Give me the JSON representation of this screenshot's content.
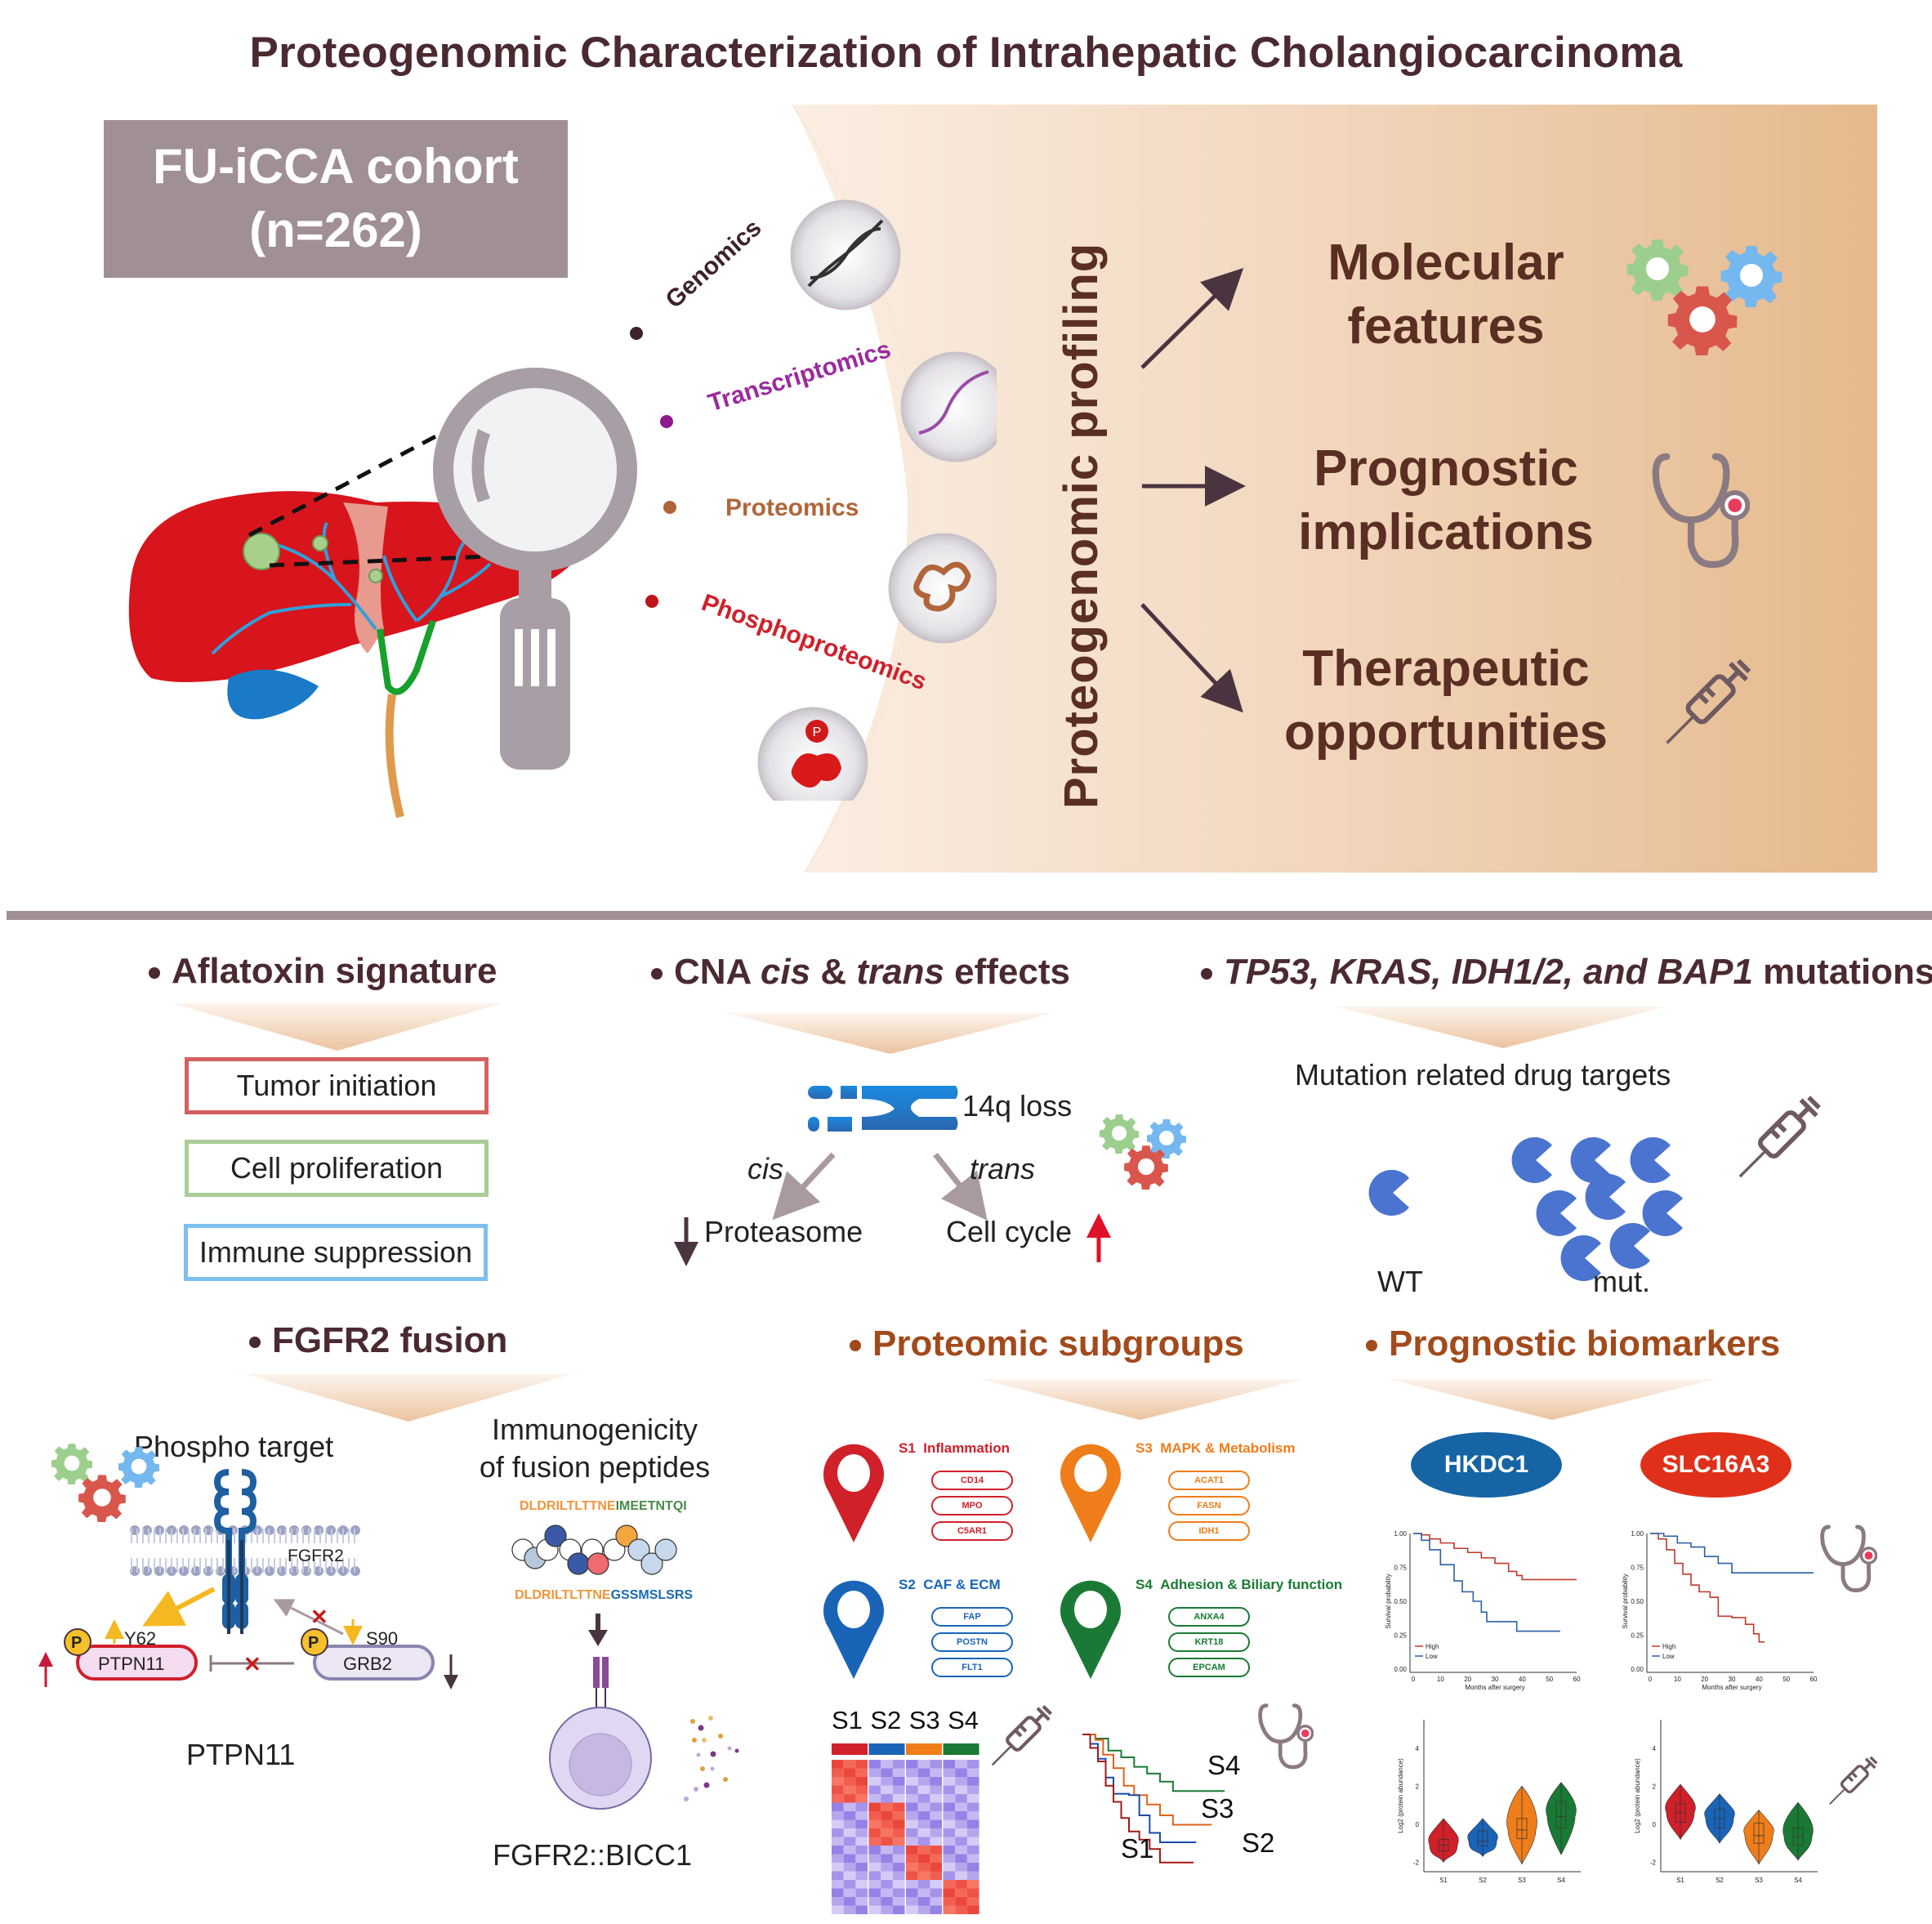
{
  "title": "Proteogenomic Characterization of Intrahepatic Cholangiocarcinoma",
  "cohort": {
    "line1": "FU-iCCA cohort",
    "line2": "(n=262)"
  },
  "omics": [
    {
      "label": "Genomics",
      "color": "#3d2328",
      "icon": "dna-icon"
    },
    {
      "label": "Transcriptomics",
      "color": "#9b2a9e",
      "icon": "rna-icon"
    },
    {
      "label": "Proteomics",
      "color": "#b0653a",
      "icon": "protein-icon"
    },
    {
      "label": "Phosphoproteomics",
      "color": "#d0202a",
      "icon": "phosphoprotein-icon"
    }
  ],
  "profiling_label": "Proteogenomic profiling",
  "outcomes": [
    {
      "line1": "Molecular",
      "line2": "features",
      "icon": "gears-icon"
    },
    {
      "line1": "Prognostic",
      "line2": "implications",
      "icon": "stethoscope-icon"
    },
    {
      "line1": "Therapeutic",
      "line2": "opportunities",
      "icon": "syringe-icon"
    }
  ],
  "aflatoxin": {
    "title": "Aflatoxin signature",
    "boxes": [
      {
        "label": "Tumor initiation",
        "color": "#d46060"
      },
      {
        "label": "Cell proliferation",
        "color": "#a8cc98"
      },
      {
        "label": "Immune suppression",
        "color": "#7cc0f0"
      }
    ]
  },
  "cna": {
    "title_pre": "CNA ",
    "title_cis": "cis",
    "title_mid": " & ",
    "title_trans": "trans",
    "title_post": " effects",
    "chromosome_label": "14q loss",
    "cis_label": "cis",
    "trans_label": "trans",
    "proteasome_label": "Proteasome",
    "cellcycle_label": "Cell cycle"
  },
  "mutations": {
    "title_genes": "TP53, KRAS, IDH1/2, and BAP1",
    "title_post": " mutations",
    "subtitle": "Mutation related drug targets",
    "wt_label": "WT",
    "mut_label": "mut."
  },
  "fgfr2": {
    "title": "FGFR2 fusion",
    "phospho_title": "Phospho target",
    "receptor_label": "FGFR2",
    "y62_label": "Y62",
    "s90_label": "S90",
    "p_label": "P",
    "ptpn11_label": "PTPN11",
    "grb2_label": "GRB2",
    "bottom_left_label": "PTPN11",
    "immuno_title_1": "Immunogenicity",
    "immuno_title_2": "of fusion peptides",
    "peptide1_a": "DLDRILTLTTNE",
    "peptide1_b": "IMEETNTQI",
    "peptide2_a": "DLDRILTLTTNE",
    "peptide2_b": "GSSMSLSRS",
    "bottom_right_label": "FGFR2::BICC1"
  },
  "subgroups": {
    "title": "Proteomic subgroups",
    "groups": [
      {
        "id": "S1",
        "name": "Inflammation",
        "color": "#d0202a",
        "genes": [
          "CD14",
          "MPO",
          "C5AR1"
        ]
      },
      {
        "id": "S3",
        "name": "MAPK & Metabolism",
        "color": "#ef7d1a",
        "genes": [
          "ACAT1",
          "FASN",
          "IDH1"
        ]
      },
      {
        "id": "S2",
        "name": "CAF  & ECM",
        "color": "#1a64b8",
        "genes": [
          "FAP",
          "POSTN",
          "FLT1"
        ]
      },
      {
        "id": "S4",
        "name": "Adhesion & Biliary function",
        "color": "#1a7a35",
        "genes": [
          "ANXA4",
          "KRT18",
          "EPCAM"
        ]
      }
    ],
    "heatmap_labels": [
      "S1",
      "S2",
      "S3",
      "S4"
    ],
    "km_labels": [
      "S4",
      "S3",
      "S2",
      "S1"
    ]
  },
  "biomarkers": {
    "title": "Prognostic biomarkers",
    "markers": [
      {
        "name": "HKDC1",
        "color": "#1664a4"
      },
      {
        "name": "SLC16A3",
        "color": "#e0301a"
      }
    ]
  },
  "chart_data": [
    {
      "type": "line",
      "title": "HKDC1 survival",
      "xlabel": "Months after surgery",
      "ylabel": "Survival probability",
      "xlim": [
        0,
        60
      ],
      "ylim": [
        0,
        1
      ],
      "xticks": [
        0,
        10,
        20,
        30,
        40,
        50,
        60
      ],
      "yticks": [
        "0.00",
        "0.25",
        "0.50",
        "0.75",
        "1.00"
      ],
      "legend": [
        "High",
        "Low"
      ],
      "legend_position": "bottom-left",
      "series": [
        {
          "name": "High",
          "color": "#c0392b",
          "x": [
            0,
            3,
            6,
            10,
            15,
            20,
            25,
            30,
            35,
            38,
            40,
            52,
            60
          ],
          "y": [
            1.0,
            0.99,
            0.96,
            0.93,
            0.89,
            0.86,
            0.82,
            0.78,
            0.72,
            0.69,
            0.66,
            0.66,
            0.66
          ]
        },
        {
          "name": "Low",
          "color": "#2b5fa8",
          "x": [
            0,
            3,
            6,
            10,
            15,
            18,
            22,
            25,
            27,
            30,
            35,
            38,
            45,
            54
          ],
          "y": [
            1.0,
            0.95,
            0.88,
            0.77,
            0.65,
            0.57,
            0.5,
            0.42,
            0.35,
            0.35,
            0.35,
            0.28,
            0.28,
            0.28
          ]
        }
      ]
    },
    {
      "type": "line",
      "title": "SLC16A3 survival",
      "xlabel": "Months after surgery",
      "ylabel": "Survival probability",
      "xlim": [
        0,
        60
      ],
      "ylim": [
        0,
        1
      ],
      "xticks": [
        0,
        10,
        20,
        30,
        40,
        50,
        60
      ],
      "yticks": [
        "0.00",
        "0.25",
        "0.50",
        "0.75",
        "1.00"
      ],
      "legend": [
        "High",
        "Low"
      ],
      "legend_position": "bottom-left",
      "series": [
        {
          "name": "High",
          "color": "#c0392b",
          "x": [
            0,
            3,
            6,
            9,
            12,
            15,
            18,
            22,
            25,
            30,
            35,
            38,
            40,
            42
          ],
          "y": [
            1.0,
            0.96,
            0.88,
            0.78,
            0.7,
            0.62,
            0.57,
            0.53,
            0.39,
            0.38,
            0.33,
            0.26,
            0.2,
            0.2
          ]
        },
        {
          "name": "Low",
          "color": "#2b5fa8",
          "x": [
            0,
            5,
            10,
            15,
            20,
            25,
            30,
            35,
            45,
            60
          ],
          "y": [
            1.0,
            0.98,
            0.93,
            0.9,
            0.83,
            0.78,
            0.71,
            0.71,
            0.71,
            0.71
          ]
        }
      ]
    },
    {
      "type": "violin",
      "title": "HKDC1 abundance by subgroup",
      "ylabel": "Log2 (protein abundance)",
      "categories": [
        "S1",
        "S2",
        "S3",
        "S4"
      ],
      "yticks": [
        -2,
        0,
        2,
        4
      ],
      "ylim": [
        -2.5,
        5.5
      ],
      "colors": [
        "#d0202a",
        "#1a64b8",
        "#ef7d1a",
        "#1a7a35"
      ],
      "median": [
        -1.1,
        -0.9,
        -0.3,
        0.4
      ],
      "q1": [
        -1.4,
        -1.15,
        -0.75,
        -0.2
      ],
      "q3": [
        -0.8,
        -0.35,
        0.3,
        1.2
      ],
      "min": [
        -2.0,
        -1.7,
        -2.1,
        -1.6
      ],
      "max": [
        0.3,
        0.3,
        2.0,
        2.2
      ]
    },
    {
      "type": "violin",
      "title": "SLC16A3 abundance by subgroup",
      "ylabel": "Log2 (protein abundance)",
      "categories": [
        "S1",
        "S2",
        "S3",
        "S4"
      ],
      "yticks": [
        -2,
        0,
        2,
        4
      ],
      "ylim": [
        -2.5,
        5.5
      ],
      "colors": [
        "#d0202a",
        "#1a64b8",
        "#ef7d1a",
        "#1a7a35"
      ],
      "median": [
        0.6,
        0.3,
        -0.6,
        -0.65
      ],
      "q1": [
        0.1,
        -0.2,
        -1.0,
        -1.1
      ],
      "q3": [
        1.1,
        0.8,
        0.05,
        -0.2
      ],
      "min": [
        -0.8,
        -1.0,
        -2.1,
        -1.9
      ],
      "max": [
        2.1,
        1.6,
        0.75,
        1.15
      ]
    },
    {
      "type": "line",
      "title": "Subgroup survival (schematic)",
      "xlim": [
        0,
        60
      ],
      "ylim": [
        0,
        1
      ],
      "series": [
        {
          "name": "S4",
          "color": "#1a7a35",
          "x": [
            0,
            5,
            10,
            15,
            20,
            25,
            30,
            35,
            55
          ],
          "y": [
            1.0,
            0.97,
            0.88,
            0.83,
            0.76,
            0.71,
            0.65,
            0.58,
            0.58
          ]
        },
        {
          "name": "S3",
          "color": "#e0631a",
          "x": [
            0,
            5,
            8,
            12,
            16,
            20,
            25,
            30,
            35,
            50
          ],
          "y": [
            1.0,
            0.96,
            0.85,
            0.75,
            0.62,
            0.55,
            0.48,
            0.4,
            0.33,
            0.33
          ]
        },
        {
          "name": "S2",
          "color": "#1a4aa8",
          "x": [
            0,
            3,
            6,
            9,
            12,
            18,
            22,
            26,
            30,
            44
          ],
          "y": [
            1.0,
            0.93,
            0.82,
            0.68,
            0.56,
            0.55,
            0.4,
            0.27,
            0.2,
            0.2
          ]
        },
        {
          "name": "S1",
          "color": "#a01818",
          "x": [
            0,
            3,
            6,
            9,
            12,
            15,
            18,
            22,
            26,
            30,
            43
          ],
          "y": [
            1.0,
            0.9,
            0.8,
            0.62,
            0.5,
            0.38,
            0.28,
            0.22,
            0.15,
            0.05,
            0.05
          ]
        }
      ]
    }
  ]
}
